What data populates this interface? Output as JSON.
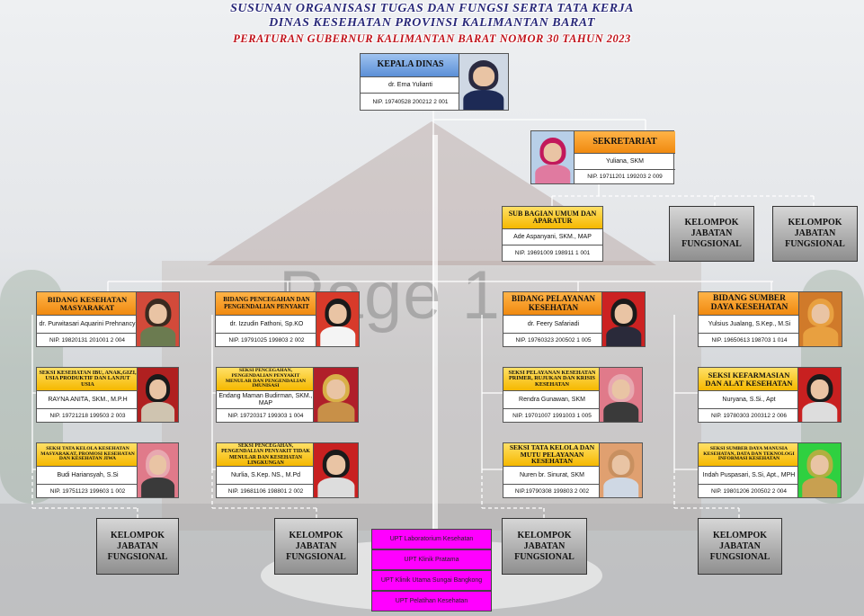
{
  "header": {
    "line1": "SUSUNAN ORGANISASI TUGAS DAN FUNGSI SERTA TATA KERJA",
    "line2": "DINAS KESEHATAN PROVINSI KALIMANTAN BARAT",
    "line3": "PERATURAN GUBERNUR KALIMANTAN BARAT NOMOR 30 TAHUN 2023"
  },
  "watermark": "Page 1",
  "kepala": {
    "title": "KEPALA DINAS",
    "name": "dr. Erna Yulianti",
    "nip": "NIP. 19740528 200212 2 001"
  },
  "sekretariat": {
    "title": "SEKRETARIAT",
    "name": "Yuliana, SKM",
    "nip": "NIP. 19711201 199203 2 009"
  },
  "subbag": {
    "title": "SUB BAGIAN UMUM DAN APARATUR",
    "name": "Ade Aspanyani, SKM., MAP",
    "nip": "NIP. 19691009 198911 1 001"
  },
  "kelompok_label": "KELOMPOK JABATAN FUNGSIONAL",
  "bidang": [
    {
      "title": "BIDANG KESEHATAN MASYARAKAT",
      "name": "dr. Purwitasari Aquarini Prehnancy",
      "nip": "NIP. 19820131 201001 2 004"
    },
    {
      "title": "BIDANG PENCEGAHAN DAN PENGENDALIAN PENYAKIT",
      "name": "dr. Izzudin Fathoni, Sp.KO",
      "nip": "NIP. 19791025 199803 2 002"
    },
    {
      "title": "BIDANG PELAYANAN KESEHATAN",
      "name": "dr. Feery Safariadi",
      "nip": "NIP. 19760323 200502 1 005"
    },
    {
      "title": "BIDANG SUMBER DAYA KESEHATAN",
      "name": "Yulsius Jualang, S.Kep., M.Si",
      "nip": "NIP. 19650613 198703 1 014"
    }
  ],
  "seksi_row1": [
    {
      "title": "SEKSI KESEHATAN IBU, ANAK,GIZI, USIA PRODUKTIF DAN LANJUT USIA",
      "name": "RAYNA ANITA, SKM., M.P.H",
      "nip": "NIP. 19721218 199503 2 003"
    },
    {
      "title": "SEKSI PENCEGAHAN, PENGENDALIAN PENYAKIT MENULAR DAN PENGENDALIAN IMUNISASI",
      "name": "Endang Maman Budirman, SKM., MAP",
      "nip": "NIP. 19720317 199303 1 004"
    },
    {
      "title": "SEKSI PELAYANAN KESEHATAN PRIMER, RUJUKAN DAN KRISIS KESEHATAN",
      "name": "Rendra Gunawan, SKM",
      "nip": "NIP. 19701007 1991003 1 005"
    },
    {
      "title": "SEKSI KEFARMASIAN DAN ALAT KESEHATAN",
      "name": "Nuryana, S.Si., Apt",
      "nip": "NIP. 19780303 200312 2 006"
    }
  ],
  "seksi_row2": [
    {
      "title": "SEKSI TATA KELOLA KESEHATAN MASYARAKAT, PROMOSI KESEHATAN DAN KESEHATAN JIWA",
      "name": "Budi Hariansyah, S.Si",
      "nip": "NIP. 19751123 199603 1 002"
    },
    {
      "title": "SEKSI PENCEGAHAN, PENGENDALIAN PENYAKIT TIDAK MENULAR DAN KESEHATAN LINGKUNGAN",
      "name": "Nurlia, S.Kep. NS., M.Pd",
      "nip": "NIP. 19681106 198801 2 002"
    },
    {
      "title": "SEKSI TATA KELOLA DAN MUTU PELAYANAN KESEHATAN",
      "name": "Nuren br. Sinurat, SKM",
      "nip": "NIP.19790308 199803 2 002"
    },
    {
      "title": "SEKSI SUMBER DAYA MANUSIA KESEHATAN, DATA DAN TEKNOLOGI INFORMASI KESEHATAN",
      "name": "Indah Puspasari, S.Si, Apt., MPH",
      "nip": "NIP. 19801206 200502 2 004"
    }
  ],
  "upt": [
    "UPT Laboratorium Kesehatan",
    "UPT Klinik Pratama",
    "UPT Klinik Utama Sungai Bangkong",
    "UPT Pelatihan Kesehatan"
  ],
  "colors": {
    "bidang_header": "#f08a10",
    "seksi_header": "#f5b800",
    "kepala_header": "#5b8fd6",
    "upt_fill": "#ff00ff",
    "kelompok_fill": "#a0a0a0",
    "title_blue": "#2a2a7a",
    "title_red": "#c0141c"
  }
}
